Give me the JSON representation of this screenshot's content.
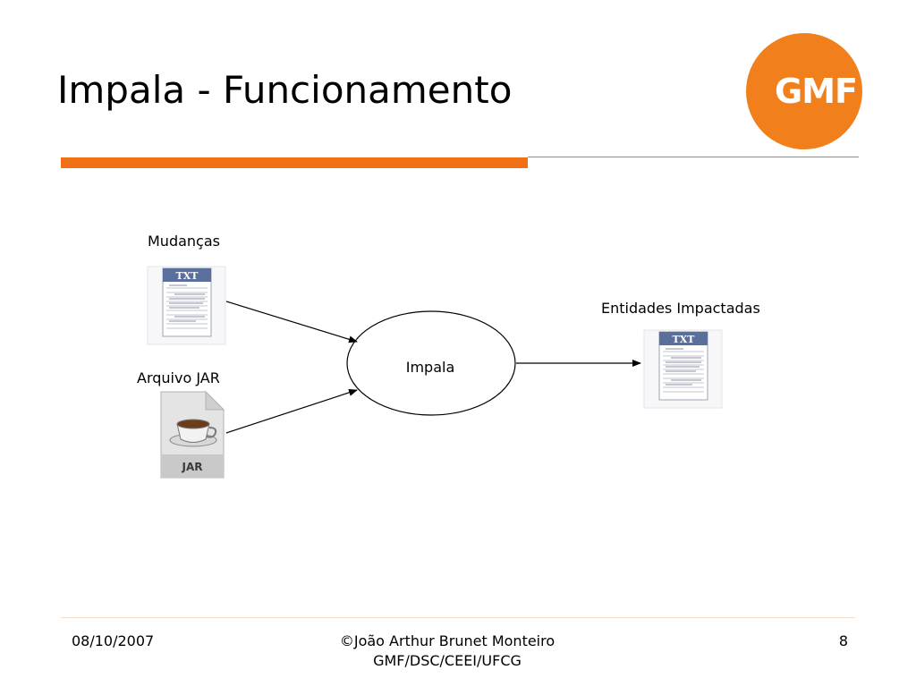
{
  "slide": {
    "title": "Impala - Funcionamento",
    "logo_text": "GMF"
  },
  "diagram": {
    "labels": {
      "mudancas": "Mudanças",
      "arquivo_jar": "Arquivo JAR",
      "impala": "Impala",
      "entidades": "Entidades Impactadas"
    },
    "icons": {
      "txt_badge": "TXT",
      "jar_badge": "JAR"
    }
  },
  "footer": {
    "date": "08/10/2007",
    "author": "©João Arthur Brunet Monteiro",
    "org": "GMF/DSC/CEEI/UFCG",
    "page": "8"
  },
  "colors": {
    "accent": "#f07015",
    "logo": "#f07f1c"
  }
}
